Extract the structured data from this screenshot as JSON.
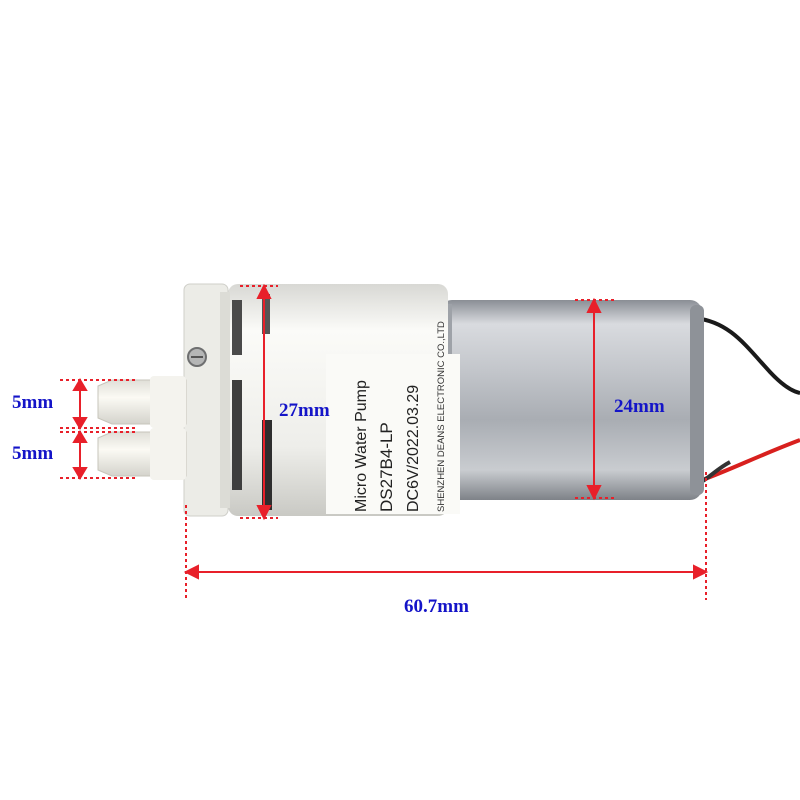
{
  "labels": {
    "outlet_top": "5mm",
    "outlet_bottom": "5mm",
    "head_height": "27mm",
    "motor_diameter": "24mm",
    "total_length": "60.7mm"
  },
  "sticker": {
    "line1": "Micro Water Pump",
    "line2": "DS27B4-LP",
    "line3": "DC6V/2022.03.29",
    "line4": "SHENZHEN DEANS ELECTRONIC CO.,LTD"
  },
  "colors": {
    "dimension_line": "#e8202a",
    "label_text": "#1414c8",
    "pump_body": "#f1f1ee",
    "motor_metal": "#b9bcc2",
    "wire_black": "#1a1a1a",
    "wire_red": "#d8201e"
  }
}
